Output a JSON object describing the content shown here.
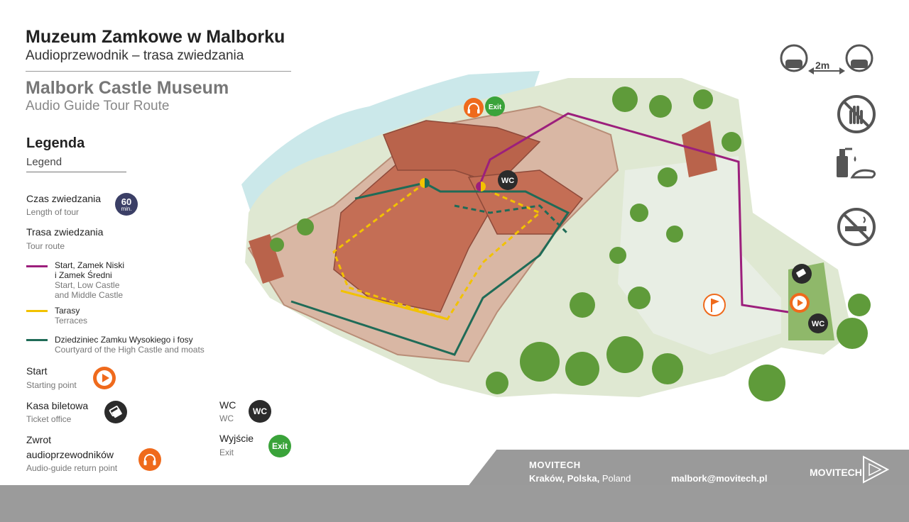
{
  "header": {
    "title_pl": "Muzeum Zamkowe w Malborku",
    "subtitle_pl": "Audioprzewodnik – trasa zwiedzania",
    "title_en": "Malbork Castle Museum",
    "subtitle_en": "Audio Guide Tour Route"
  },
  "legend": {
    "heading_pl": "Legenda",
    "heading_en": "Legend",
    "length": {
      "label_pl": "Czas zwiedzania",
      "label_en": "Length of tour",
      "value": "60",
      "unit": "min."
    },
    "route": {
      "label_pl": "Trasa zwiedzania",
      "label_en": "Tour route"
    },
    "routes": [
      {
        "pl_line1": "Start, Zamek Niski",
        "pl_line2": "i Zamek Średni",
        "en_line1": "Start, Low Castle",
        "en_line2": "and Middle Castle",
        "color": "#9c1f7c"
      },
      {
        "pl_line1": "Tarasy",
        "en_line1": "Terraces",
        "color": "#f2c200"
      },
      {
        "pl_line1": "Dziedziniec Zamku Wysokiego i fosy",
        "en_line1": "Courtyard of the High Castle and moats",
        "color": "#1f6b57"
      }
    ],
    "start": {
      "label_pl": "Start",
      "label_en": "Starting point",
      "color": "#ef6a1c"
    },
    "ticket": {
      "label_pl": "Kasa biletowa",
      "label_en": "Ticket office"
    },
    "return": {
      "label_pl_1": "Zwrot",
      "label_pl_2": "audioprzewodników",
      "label_en": "Audio-guide return point",
      "color": "#ef6a1c"
    },
    "wc": {
      "label_pl": "WC",
      "label_en": "WC",
      "badge": "WC"
    },
    "exit": {
      "label_pl": "Wyjście",
      "label_en": "Exit",
      "badge": "Exit",
      "color": "#3aa33a"
    }
  },
  "rules": {
    "distance": "2m"
  },
  "map": {
    "exit_badge": "Exit",
    "wc_badge_1": "WC",
    "wc_badge_2": "WC"
  },
  "footer": {
    "company": "MOVITECH",
    "city_bold": "Kraków, Polska,",
    "city_en": "Poland",
    "email": "malbork@movitech.pl",
    "logo": "MOVITECH"
  }
}
